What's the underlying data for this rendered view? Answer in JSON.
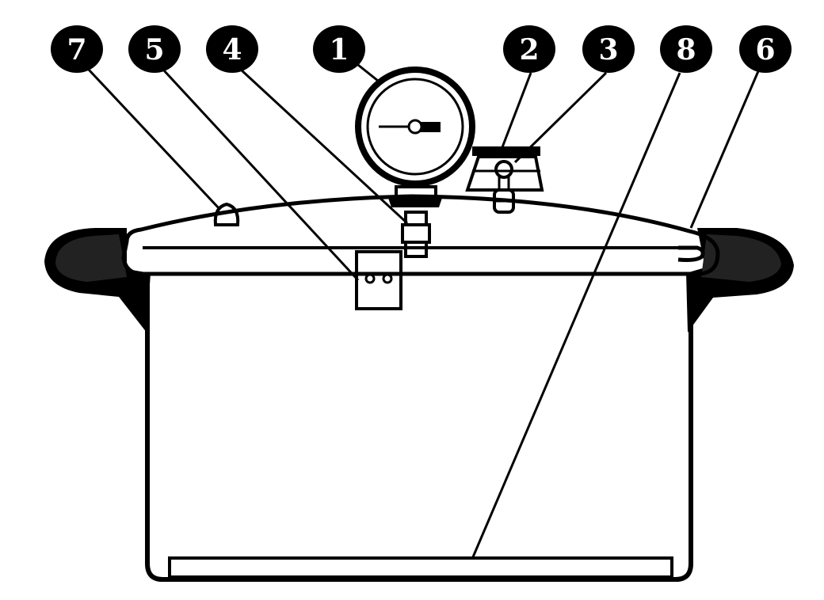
{
  "diagram": {
    "colors": {
      "ink": "#000000",
      "paper": "#ffffff"
    },
    "callouts": [
      {
        "id": "label-7",
        "number": "7",
        "target": "lid-vent-knob"
      },
      {
        "id": "label-5",
        "number": "5",
        "target": "overpressure-plug-bracket"
      },
      {
        "id": "label-4",
        "number": "4",
        "target": "gauge-fitting"
      },
      {
        "id": "label-1",
        "number": "1",
        "target": "pressure-gauge"
      },
      {
        "id": "label-2",
        "number": "2",
        "target": "weight-regulator"
      },
      {
        "id": "label-3",
        "number": "3",
        "target": "vent-pipe"
      },
      {
        "id": "label-8",
        "number": "8",
        "target": "bottom-rack"
      },
      {
        "id": "label-6",
        "number": "6",
        "target": "lid-lock-mark"
      }
    ]
  }
}
